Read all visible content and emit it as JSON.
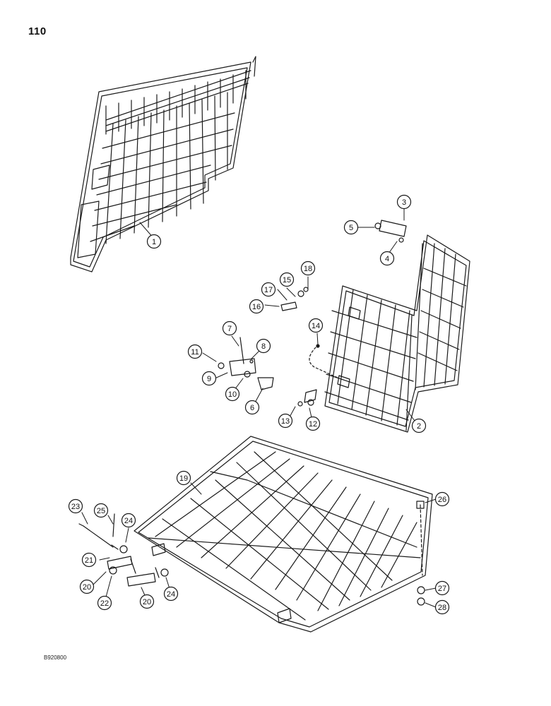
{
  "page": {
    "number": "110",
    "code": "B920800"
  },
  "callouts": [
    "1",
    "2",
    "3",
    "4",
    "5",
    "6",
    "7",
    "8",
    "9",
    "10",
    "11",
    "12",
    "13",
    "14",
    "15",
    "16",
    "17",
    "18",
    "19",
    "20",
    "20",
    "21",
    "22",
    "23",
    "24",
    "24",
    "25",
    "26",
    "27",
    "28"
  ],
  "colors": {
    "line": "#1a1a1a",
    "callout_fill": "#ffffff"
  }
}
